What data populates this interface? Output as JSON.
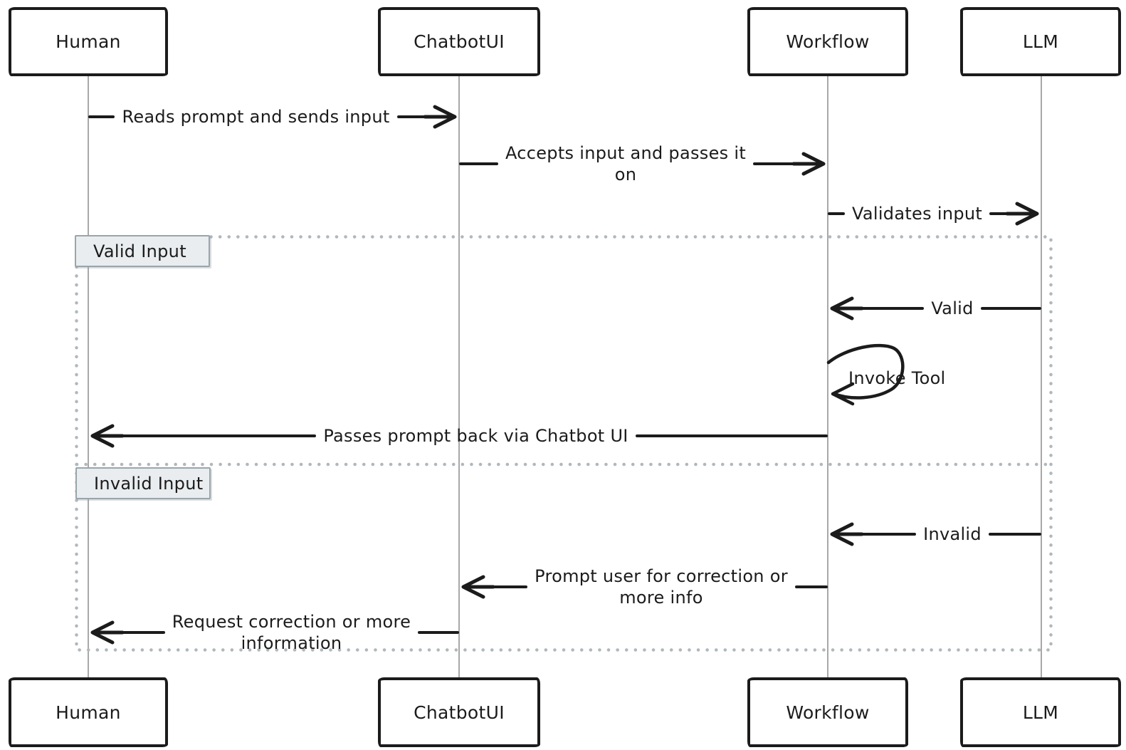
{
  "diagram_type": "sequence-diagram",
  "actors": [
    {
      "id": "human",
      "label": "Human"
    },
    {
      "id": "chatbotui",
      "label": "ChatbotUI"
    },
    {
      "id": "workflow",
      "label": "Workflow"
    },
    {
      "id": "llm",
      "label": "LLM"
    }
  ],
  "messages": [
    {
      "from": "Human",
      "to": "ChatbotUI",
      "direction": "right",
      "label": "Reads prompt and sends input"
    },
    {
      "from": "ChatbotUI",
      "to": "Workflow",
      "direction": "right",
      "label": "Accepts input and passes it\non"
    },
    {
      "from": "Workflow",
      "to": "LLM",
      "direction": "right",
      "label": "Validates input"
    },
    {
      "from": "LLM",
      "to": "Workflow",
      "direction": "left",
      "label": "Valid"
    },
    {
      "from": "Workflow",
      "to": "Workflow",
      "direction": "self",
      "label": "Invoke Tool"
    },
    {
      "from": "Workflow",
      "to": "Human",
      "direction": "left",
      "label": "Passes prompt back via Chatbot UI"
    },
    {
      "from": "LLM",
      "to": "Workflow",
      "direction": "left",
      "label": "Invalid"
    },
    {
      "from": "Workflow",
      "to": "ChatbotUI",
      "direction": "left",
      "label": "Prompt user for correction or\nmore info"
    },
    {
      "from": "ChatbotUI",
      "to": "Human",
      "direction": "left",
      "label": "Request correction or more\ninformation"
    }
  ],
  "frames": [
    {
      "label": "Valid Input"
    },
    {
      "label": "Invalid Input"
    }
  ],
  "colors": {
    "stroke": "#1b1b1b",
    "lifeline": "#a8a8a8",
    "frame_dots": "#b0b8bd",
    "frame_label_bg": "#e9edef",
    "frame_label_border": "#9aa5ab",
    "background": "#ffffff"
  }
}
